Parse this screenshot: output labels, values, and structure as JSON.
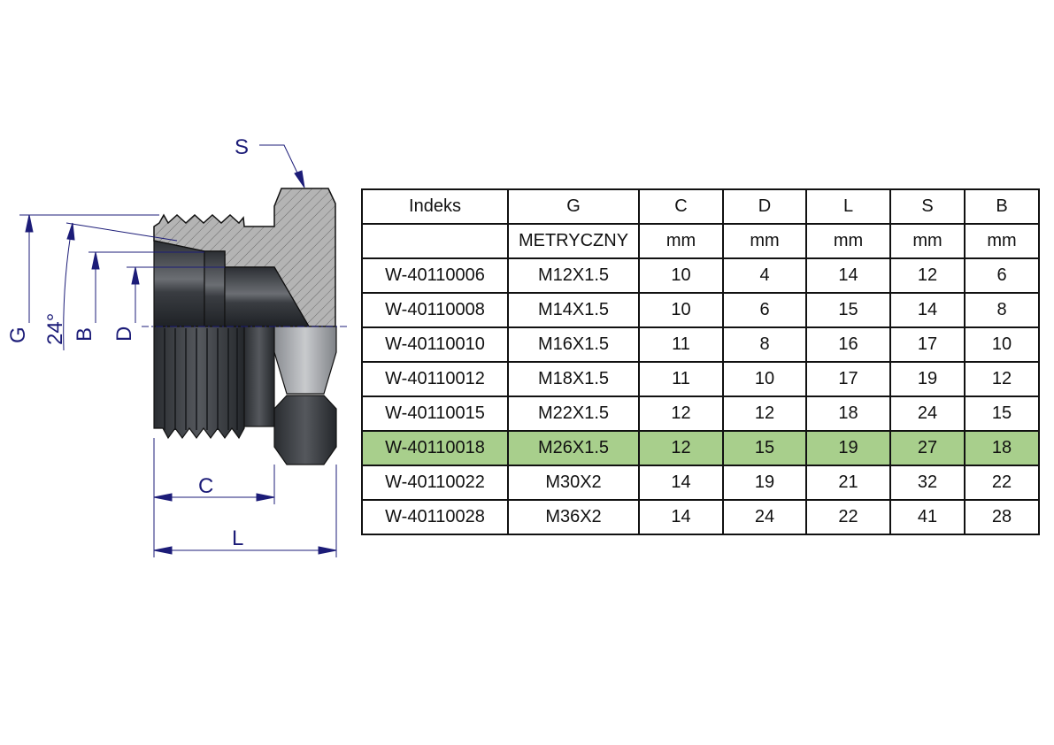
{
  "drawing": {
    "labels": {
      "S": "S",
      "G": "G",
      "angle": "24°",
      "B": "B",
      "D": "D",
      "C": "C",
      "L": "L"
    },
    "colors": {
      "dimension": "#1c1c78",
      "highlight": "#a8cf8c"
    }
  },
  "table": {
    "headers": [
      "Indeks",
      "G",
      "C",
      "D",
      "L",
      "S",
      "B"
    ],
    "units": [
      "",
      "METRYCZNY",
      "mm",
      "mm",
      "mm",
      "mm",
      "mm"
    ],
    "highlighted_row": 5,
    "rows": [
      [
        "W-40110006",
        "M12X1.5",
        "10",
        "4",
        "14",
        "12",
        "6"
      ],
      [
        "W-40110008",
        "M14X1.5",
        "10",
        "6",
        "15",
        "14",
        "8"
      ],
      [
        "W-40110010",
        "M16X1.5",
        "11",
        "8",
        "16",
        "17",
        "10"
      ],
      [
        "W-40110012",
        "M18X1.5",
        "11",
        "10",
        "17",
        "19",
        "12"
      ],
      [
        "W-40110015",
        "M22X1.5",
        "12",
        "12",
        "18",
        "24",
        "15"
      ],
      [
        "W-40110018",
        "M26X1.5",
        "12",
        "15",
        "19",
        "27",
        "18"
      ],
      [
        "W-40110022",
        "M30X2",
        "14",
        "19",
        "21",
        "32",
        "22"
      ],
      [
        "W-40110028",
        "M36X2",
        "14",
        "24",
        "22",
        "41",
        "28"
      ]
    ]
  }
}
